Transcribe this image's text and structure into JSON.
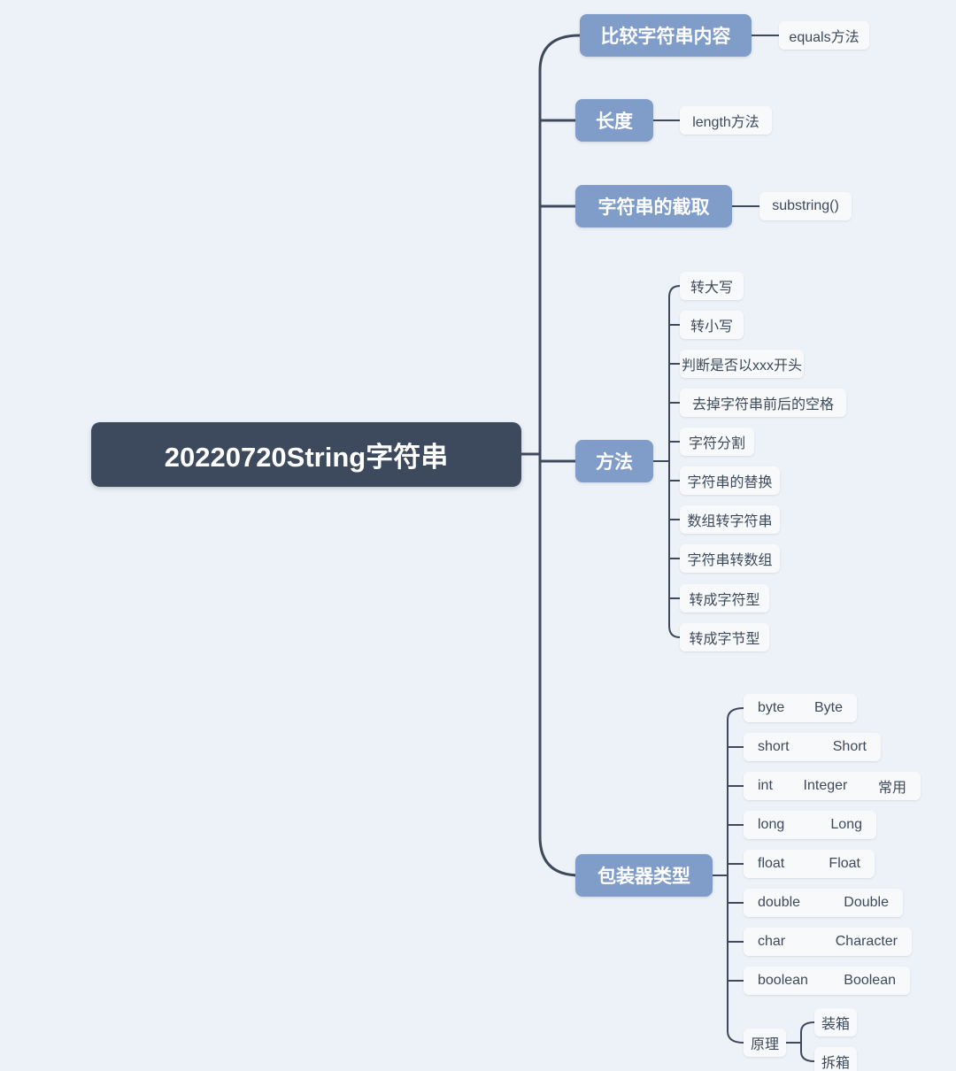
{
  "title": "20220720String字符串",
  "colors": {
    "background": "#edf2f8",
    "root_bg": "#3d4a5e",
    "branch_bg": "#7f9dc8",
    "leaf_bg": "#f7f9fb",
    "line": "#3e4a5c",
    "root_text": "#ffffff",
    "leaf_text": "#3d4a5c"
  },
  "branches": {
    "compare": {
      "label": "比较字符串内容",
      "leaf": "equals方法"
    },
    "length": {
      "label": "长度",
      "leaf": "length方法"
    },
    "substring": {
      "label": "字符串的截取",
      "leaf": "substring()"
    },
    "methods": {
      "label": "方法",
      "children": [
        "转大写",
        "转小写",
        "判断是否以xxx开头",
        "去掉字符串前后的空格",
        "字符分割",
        "字符串的替换",
        "数组转字符串",
        "字符串转数组",
        "转成字符型",
        "转成字节型"
      ]
    },
    "wrapper": {
      "label": "包装器类型",
      "pairs": [
        {
          "primitive": "byte",
          "wrapper": "Byte"
        },
        {
          "primitive": "short",
          "wrapper": "Short"
        },
        {
          "primitive": "int",
          "wrapper": "Integer",
          "note": "常用"
        },
        {
          "primitive": "long",
          "wrapper": "Long"
        },
        {
          "primitive": "float",
          "wrapper": "Float"
        },
        {
          "primitive": "double",
          "wrapper": "Double"
        },
        {
          "primitive": "char",
          "wrapper": "Character"
        },
        {
          "primitive": "boolean",
          "wrapper": "Boolean"
        }
      ],
      "principle": {
        "label": "原理",
        "children": [
          "装箱",
          "拆箱"
        ]
      }
    }
  }
}
